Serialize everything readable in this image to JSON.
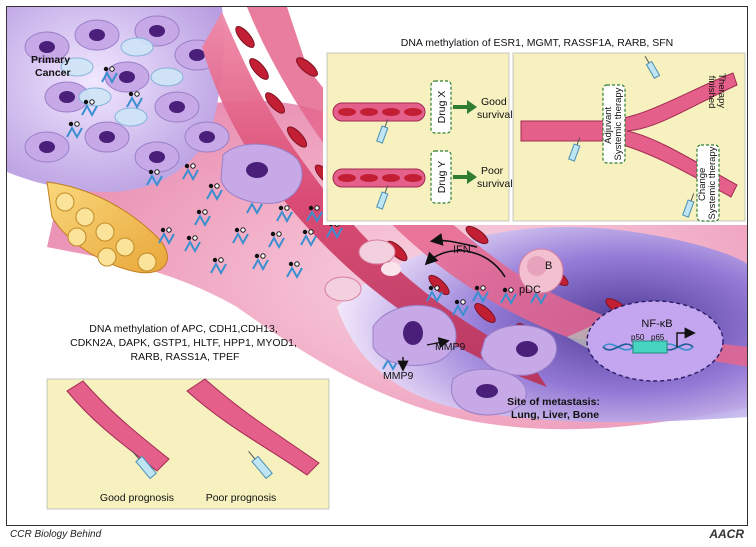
{
  "labels": {
    "primary_cancer": [
      "Primary",
      "Cancer"
    ],
    "top_panel_title": "DNA methylation of ESR1, MGMT, RASSF1A, RARB, SFN",
    "drug_x": "Drug X",
    "drug_y": "Drug Y",
    "good_survival": [
      "Good",
      "survival"
    ],
    "poor_survival": [
      "Poor",
      "survival"
    ],
    "adjuvant": [
      "Adjuvant",
      "Systemic therapy"
    ],
    "therapy_finished": [
      "Therapy",
      "finished"
    ],
    "change": [
      "Change",
      "Systemic therapy"
    ],
    "ifn": "IFN",
    "b": "B",
    "pdc": "pDC",
    "mmp9_a": "MMP9",
    "mmp9_b": "MMP9",
    "nfkb": "NF-κB",
    "p50": "p50",
    "p65": "p65",
    "left_methylation": [
      "DNA methylation of APC, CDH1,CDH13,",
      "CDKN2A, DAPK, GSTP1, HLTF, HPP1, MYOD1,",
      "RARB, RASS1A, TPEF"
    ],
    "good_prognosis": "Good prognosis",
    "poor_prognosis": "Poor prognosis",
    "site_of_metastasis": [
      "Site of metastasis:",
      "Lung, Liver, Bone"
    ],
    "footer_left": "CCR Biology Behind",
    "footer_right": "AACR"
  },
  "colors": {
    "panel_bg": "#f6f1bf",
    "vessel": "#d84670",
    "rbc": "#c21f35",
    "cancer_cell": "#c6a9e6",
    "nucleus": "#4a1f7a",
    "dna": "#3a8fd0",
    "arrow_green": "#2e7d32",
    "nfkb_bg": "#c3a6ef",
    "metastasis": "#8c6fd8"
  }
}
